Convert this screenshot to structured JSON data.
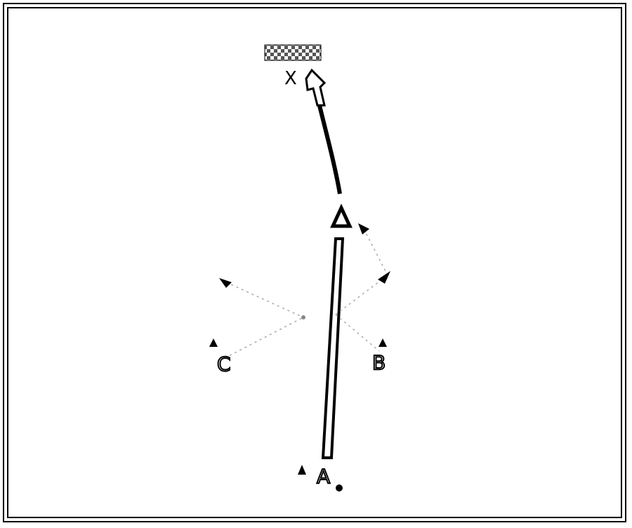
{
  "diagram": {
    "labels": {
      "goal_marker": "X",
      "player_a": "A",
      "player_b": "B",
      "player_c": "C"
    },
    "icons": {
      "goal": "goal-icon",
      "cone": "cone-icon",
      "ball": "ball-icon"
    },
    "colors": {
      "stroke": "#000000",
      "background": "#ffffff"
    }
  }
}
